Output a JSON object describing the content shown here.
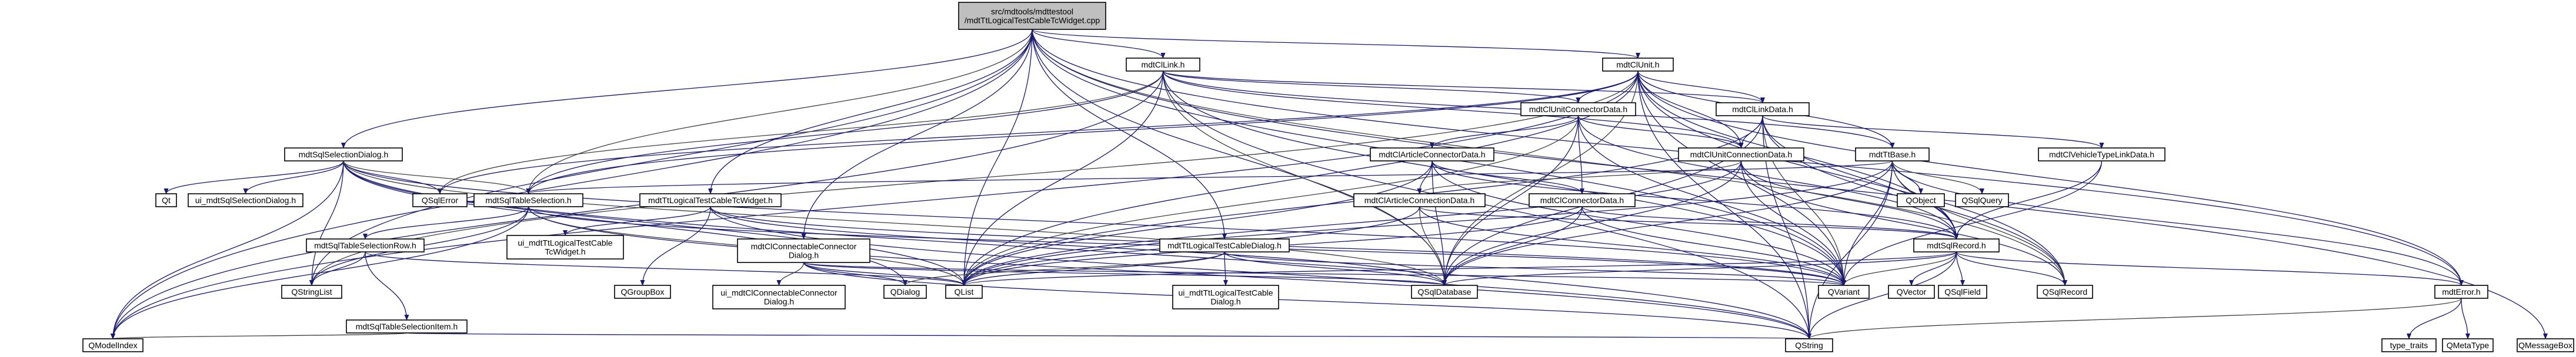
{
  "colors": {
    "root_fill": "#bfbfbf",
    "node_fill": "#ffffff",
    "external_border": "#bfbfbf",
    "edge": "#191970",
    "edge_alt": "#404040"
  },
  "nodes": [
    {
      "id": "root",
      "lines": [
        "src/mdtools/mdttestool",
        "/mdtTtLogicalTestCableTcWidget.cpp"
      ],
      "kind": "root"
    },
    {
      "id": "linkh",
      "lines": [
        "mdtClLink.h"
      ]
    },
    {
      "id": "unith",
      "lines": [
        "mdtClUnit.h"
      ]
    },
    {
      "id": "ucd",
      "lines": [
        "mdtClUnitConnectorData.h"
      ]
    },
    {
      "id": "ld",
      "lines": [
        "mdtClLinkData.h"
      ]
    },
    {
      "id": "ssd",
      "lines": [
        "mdtSqlSelectionDialog.h"
      ]
    },
    {
      "id": "acd",
      "lines": [
        "mdtClArticleConnectorData.h"
      ]
    },
    {
      "id": "ucnd",
      "lines": [
        "mdtClUnitConnectionData.h"
      ]
    },
    {
      "id": "ttbase",
      "lines": [
        "mdtTtBase.h"
      ]
    },
    {
      "id": "vtld",
      "lines": [
        "mdtClVehicleTypeLinkData.h"
      ]
    },
    {
      "id": "acnd",
      "lines": [
        "mdtClArticleConnectionData.h"
      ]
    },
    {
      "id": "cd",
      "lines": [
        "mdtClConnectorData.h"
      ]
    },
    {
      "id": "qt",
      "lines": [
        "Qt"
      ],
      "kind": "ext"
    },
    {
      "id": "uissd",
      "lines": [
        "ui_mdtSqlSelectionDialog.h"
      ],
      "kind": "ext"
    },
    {
      "id": "qsqlerror",
      "lines": [
        "QSqlError"
      ]
    },
    {
      "id": "sts",
      "lines": [
        "mdtSqlTableSelection.h"
      ]
    },
    {
      "id": "ltcw",
      "lines": [
        "mdtTtLogicalTestCableTcWidget.h"
      ]
    },
    {
      "id": "qobject",
      "lines": [
        "QObject"
      ]
    },
    {
      "id": "qsqlquery",
      "lines": [
        "QSqlQuery"
      ]
    },
    {
      "id": "ccd",
      "lines": [
        "mdtClConnectableConnector",
        "Dialog.h"
      ]
    },
    {
      "id": "ltcd",
      "lines": [
        "mdtTtLogicalTestCableDialog.h"
      ]
    },
    {
      "id": "sr",
      "lines": [
        "mdtSqlRecord.h"
      ]
    },
    {
      "id": "stsr",
      "lines": [
        "mdtSqlTableSelectionRow.h"
      ]
    },
    {
      "id": "uiltcw",
      "lines": [
        "ui_mdtTtLogicalTestCable",
        "TcWidget.h"
      ],
      "kind": "ext"
    },
    {
      "id": "qgroupbox",
      "lines": [
        "QGroupBox"
      ]
    },
    {
      "id": "qstringlist",
      "lines": [
        "QStringList"
      ]
    },
    {
      "id": "stsi",
      "lines": [
        "mdtSqlTableSelectionItem.h"
      ]
    },
    {
      "id": "uiccd",
      "lines": [
        "ui_mdtClConnectableConnector",
        "Dialog.h"
      ],
      "kind": "ext"
    },
    {
      "id": "qdialog",
      "lines": [
        "QDialog"
      ]
    },
    {
      "id": "qlist",
      "lines": [
        "QList"
      ]
    },
    {
      "id": "uiltcd",
      "lines": [
        "ui_mdtTtLogicalTestCable",
        "Dialog.h"
      ],
      "kind": "ext"
    },
    {
      "id": "qsqldatabase",
      "lines": [
        "QSqlDatabase"
      ]
    },
    {
      "id": "qvariant",
      "lines": [
        "QVariant"
      ]
    },
    {
      "id": "qvector",
      "lines": [
        "QVector"
      ]
    },
    {
      "id": "qsqlfield",
      "lines": [
        "QSqlField"
      ]
    },
    {
      "id": "qsqlrecord",
      "lines": [
        "QSqlRecord"
      ]
    },
    {
      "id": "errorh",
      "lines": [
        "mdtError.h"
      ]
    },
    {
      "id": "qmodelindex",
      "lines": [
        "QModelIndex"
      ]
    },
    {
      "id": "qstring",
      "lines": [
        "QString"
      ]
    },
    {
      "id": "typetraits",
      "lines": [
        "type_traits"
      ],
      "kind": "ext"
    },
    {
      "id": "qmetatype",
      "lines": [
        "QMetaType"
      ]
    },
    {
      "id": "qmessagebox",
      "lines": [
        "QMessageBox"
      ]
    }
  ],
  "edges": [
    [
      "root",
      "linkh"
    ],
    [
      "root",
      "unith"
    ],
    [
      "root",
      "ssd"
    ],
    [
      "root",
      "sts"
    ],
    [
      "root",
      "ltcw"
    ],
    [
      "root",
      "ccd"
    ],
    [
      "root",
      "ltcd"
    ],
    [
      "root",
      "qlist"
    ],
    [
      "root",
      "qstringlist"
    ],
    [
      "root",
      "qmodelindex"
    ],
    [
      "root",
      "qsqlrecord"
    ],
    [
      "root",
      "qmessagebox"
    ],
    [
      "root",
      "errorh"
    ],
    [
      "root",
      "qvariant"
    ],
    [
      "root",
      "qsqldatabase"
    ],
    [
      "linkh",
      "ld"
    ],
    [
      "linkh",
      "ttbase"
    ],
    [
      "linkh",
      "qsqldatabase"
    ],
    [
      "linkh",
      "qvariant"
    ],
    [
      "linkh",
      "qlist"
    ],
    [
      "linkh",
      "qstring"
    ],
    [
      "linkh",
      "ucd"
    ],
    [
      "linkh",
      "ucnd"
    ],
    [
      "linkh",
      "sts"
    ],
    [
      "linkh",
      "qsqlerror"
    ],
    [
      "linkh",
      "qmodelindex"
    ],
    [
      "unith",
      "ucd"
    ],
    [
      "unith",
      "ld"
    ],
    [
      "unith",
      "ucnd"
    ],
    [
      "unith",
      "ttbase"
    ],
    [
      "unith",
      "sr"
    ],
    [
      "unith",
      "qsqldatabase"
    ],
    [
      "unith",
      "qvariant"
    ],
    [
      "unith",
      "qlist"
    ],
    [
      "unith",
      "qstring"
    ],
    [
      "unith",
      "errorh"
    ],
    [
      "unith",
      "qsqlrecord"
    ],
    [
      "unith",
      "sts"
    ],
    [
      "unith",
      "qstringlist"
    ],
    [
      "unith",
      "qmodelindex"
    ],
    [
      "unith",
      "qsqlerror"
    ],
    [
      "ucd",
      "acd"
    ],
    [
      "ucd",
      "cd"
    ],
    [
      "ucd",
      "ucnd"
    ],
    [
      "ucd",
      "sr"
    ],
    [
      "ucd",
      "qlist"
    ],
    [
      "ucd",
      "qvariant"
    ],
    [
      "ucd",
      "qsqldatabase"
    ],
    [
      "ld",
      "ucnd"
    ],
    [
      "ld",
      "vtld"
    ],
    [
      "ld",
      "sr"
    ],
    [
      "ld",
      "qlist"
    ],
    [
      "ld",
      "qvariant"
    ],
    [
      "ld",
      "qsqlrecord"
    ],
    [
      "ld",
      "qsqldatabase"
    ],
    [
      "ld",
      "qstring"
    ],
    [
      "ssd",
      "qt"
    ],
    [
      "ssd",
      "uissd"
    ],
    [
      "ssd",
      "qsqlerror"
    ],
    [
      "ssd",
      "sts"
    ],
    [
      "ssd",
      "qdialog"
    ],
    [
      "ssd",
      "qstringlist"
    ],
    [
      "ssd",
      "qmodelindex"
    ],
    [
      "ssd",
      "qlist"
    ],
    [
      "ssd",
      "qvariant"
    ],
    [
      "ssd",
      "qstring"
    ],
    [
      "ssd",
      "qsqldatabase"
    ],
    [
      "acd",
      "acnd"
    ],
    [
      "acd",
      "cd"
    ],
    [
      "acd",
      "sr"
    ],
    [
      "acd",
      "qlist"
    ],
    [
      "acd",
      "qvariant"
    ],
    [
      "acd",
      "qsqldatabase"
    ],
    [
      "ucnd",
      "acnd"
    ],
    [
      "ucnd",
      "sr"
    ],
    [
      "ucnd",
      "qvariant"
    ],
    [
      "ucnd",
      "qlist"
    ],
    [
      "ucnd",
      "qsqlrecord"
    ],
    [
      "ucnd",
      "qsqldatabase"
    ],
    [
      "ttbase",
      "qobject"
    ],
    [
      "ttbase",
      "qsqlquery"
    ],
    [
      "ttbase",
      "sr"
    ],
    [
      "ttbase",
      "errorh"
    ],
    [
      "ttbase",
      "qsqldatabase"
    ],
    [
      "ttbase",
      "qvariant"
    ],
    [
      "ttbase",
      "qstring"
    ],
    [
      "ttbase",
      "qlist"
    ],
    [
      "ttbase",
      "qsqlrecord"
    ],
    [
      "ttbase",
      "sts"
    ],
    [
      "vtld",
      "sr"
    ],
    [
      "vtld",
      "qvariant"
    ],
    [
      "acnd",
      "sr"
    ],
    [
      "acnd",
      "qvariant"
    ],
    [
      "acnd",
      "qlist"
    ],
    [
      "acnd",
      "qsqldatabase"
    ],
    [
      "cd",
      "sr"
    ],
    [
      "cd",
      "qvariant"
    ],
    [
      "cd",
      "qlist"
    ],
    [
      "cd",
      "qsqldatabase"
    ],
    [
      "sts",
      "stsr"
    ],
    [
      "sts",
      "qstringlist"
    ],
    [
      "sts",
      "qlist"
    ],
    [
      "sts",
      "qmodelindex"
    ],
    [
      "sts",
      "qvariant"
    ],
    [
      "sts",
      "qstring"
    ],
    [
      "stsr",
      "stsi"
    ],
    [
      "stsr",
      "qstringlist"
    ],
    [
      "stsr",
      "qlist"
    ],
    [
      "stsi",
      "qmodelindex"
    ],
    [
      "stsi",
      "qstring"
    ],
    [
      "ltcw",
      "uiltcw"
    ],
    [
      "ltcw",
      "qgroupbox"
    ],
    [
      "ltcw",
      "qsqldatabase"
    ],
    [
      "ltcw",
      "qvariant"
    ],
    [
      "ltcw",
      "qstring"
    ],
    [
      "ccd",
      "uiccd"
    ],
    [
      "ccd",
      "qdialog"
    ],
    [
      "ccd",
      "qlist"
    ],
    [
      "ccd",
      "qsqldatabase"
    ],
    [
      "ccd",
      "qvariant"
    ],
    [
      "ccd",
      "qstring"
    ],
    [
      "ltcd",
      "uiltcd"
    ],
    [
      "ltcd",
      "qdialog"
    ],
    [
      "ltcd",
      "qsqldatabase"
    ],
    [
      "ltcd",
      "qvariant"
    ],
    [
      "ltcd",
      "qlist"
    ],
    [
      "sr",
      "qsqlrecord"
    ],
    [
      "sr",
      "qsqlfield"
    ],
    [
      "sr",
      "qvector"
    ],
    [
      "sr",
      "qvariant"
    ],
    [
      "sr",
      "qstring"
    ],
    [
      "sr",
      "errorh"
    ],
    [
      "sr",
      "qsqldatabase"
    ],
    [
      "sr",
      "qlist"
    ],
    [
      "errorh",
      "typetraits"
    ],
    [
      "errorh",
      "qmetatype"
    ],
    [
      "errorh",
      "qstring"
    ]
  ]
}
